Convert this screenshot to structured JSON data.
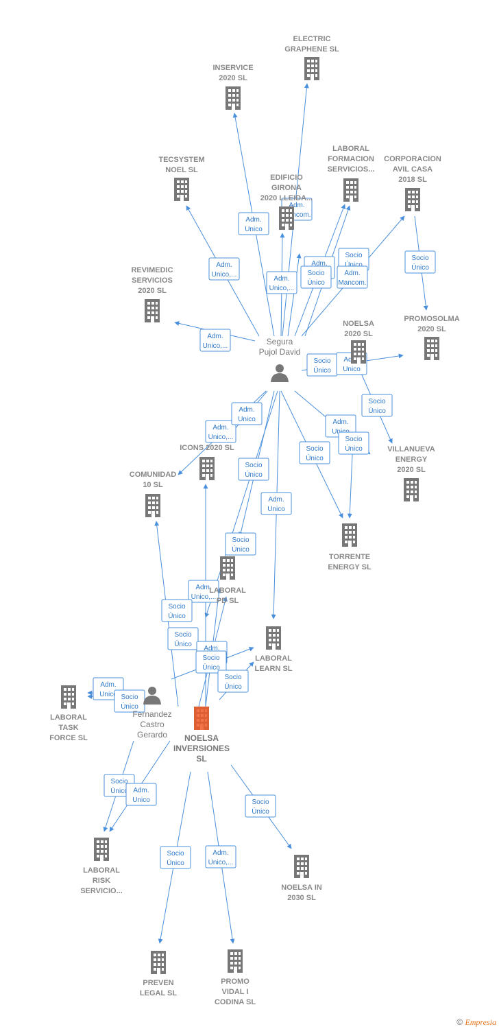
{
  "nodes": [
    {
      "id": "electric",
      "label": [
        "ELECTRIC",
        "GRAPHENE  SL"
      ],
      "type": "company"
    },
    {
      "id": "inservice",
      "label": [
        "INSERVICE",
        "2020  SL"
      ],
      "type": "company"
    },
    {
      "id": "tecsystem",
      "label": [
        "TECSYSTEM",
        "NOEL SL"
      ],
      "type": "company"
    },
    {
      "id": "edificio",
      "label": [
        "EDIFICIO",
        "GIRONA",
        "2020 LLEIDA..."
      ],
      "type": "company"
    },
    {
      "id": "laboralformacion",
      "label": [
        "LABORAL",
        "FORMACION",
        "SERVICIOS..."
      ],
      "type": "company"
    },
    {
      "id": "corporacion",
      "label": [
        "CORPORACION",
        "AVIL CASA",
        "2018  SL"
      ],
      "type": "company"
    },
    {
      "id": "revimedic",
      "label": [
        "REVIMEDIC",
        "SERVICIOS",
        "2020  SL"
      ],
      "type": "company"
    },
    {
      "id": "noelsa2020",
      "label": [
        "NOELSA",
        "2020  SL"
      ],
      "type": "company"
    },
    {
      "id": "promosolma",
      "label": [
        "PROMOSOLMA",
        "2020  SL"
      ],
      "type": "company"
    },
    {
      "id": "segura",
      "label": [
        "Segura",
        "Pujol David"
      ],
      "type": "person"
    },
    {
      "id": "icons",
      "label": [
        "ICONS 2020  SL"
      ],
      "type": "company"
    },
    {
      "id": "comunidad",
      "label": [
        "COMUNIDAD",
        "10  SL"
      ],
      "type": "company"
    },
    {
      "id": "villanueva",
      "label": [
        "VILLANUEVA",
        "ENERGY",
        "2020  SL"
      ],
      "type": "company"
    },
    {
      "id": "torrente",
      "label": [
        "TORRENTE",
        "ENERGY SL"
      ],
      "type": "company"
    },
    {
      "id": "laboralpd",
      "label": [
        "LABORAL",
        "PD  SL"
      ],
      "type": "company"
    },
    {
      "id": "laborallearn",
      "label": [
        "LABORAL",
        "LEARN  SL"
      ],
      "type": "company"
    },
    {
      "id": "laboraltask",
      "label": [
        "LABORAL",
        "TASK",
        "FORCE  SL"
      ],
      "type": "company"
    },
    {
      "id": "fernandez",
      "label": [
        "Fernandez",
        "Castro",
        "Gerardo"
      ],
      "type": "person"
    },
    {
      "id": "noelsainv",
      "label": [
        "NOELSA",
        "INVERSIONES",
        "SL"
      ],
      "type": "center"
    },
    {
      "id": "laboralrisk",
      "label": [
        "LABORAL",
        "RISK",
        "SERVICIO..."
      ],
      "type": "company"
    },
    {
      "id": "noelsain2030",
      "label": [
        "NOELSA IN",
        "2030  SL"
      ],
      "type": "company"
    },
    {
      "id": "preven",
      "label": [
        "PREVEN",
        "LEGAL  SL"
      ],
      "type": "company"
    },
    {
      "id": "promovidal",
      "label": [
        "PROMO",
        "VIDAL I",
        "CODINA  SL"
      ],
      "type": "company"
    }
  ],
  "edge_labels": [
    [
      "Adm.",
      "Unico"
    ],
    [
      "Adm.",
      "Mancom."
    ],
    [
      "Adm.",
      "Unico,..."
    ],
    [
      "Adm.",
      "Unico,..."
    ],
    [
      "Adm.",
      "Unico"
    ],
    [
      "Socio",
      "Único"
    ],
    [
      "Socio",
      "Único"
    ],
    [
      "Adm.",
      "Mancom."
    ],
    [
      "Socio",
      "Único"
    ],
    [
      "Adm.",
      "Unico,..."
    ],
    [
      "Socio",
      "Único"
    ],
    [
      "Adm.",
      "Unico"
    ],
    [
      "Socio",
      "Único"
    ],
    [
      "Adm.",
      "Unico"
    ],
    [
      "Adm.",
      "Unico,..."
    ],
    [
      "Socio",
      "Único"
    ],
    [
      "Socio",
      "Único"
    ],
    [
      "Adm.",
      "Unico"
    ],
    [
      "Socio",
      "Único"
    ],
    [
      "Adm.",
      "Unico"
    ],
    [
      "Socio",
      "Único"
    ],
    [
      "Adm.",
      "Unico,..."
    ],
    [
      "Socio",
      "Único"
    ],
    [
      "Socio",
      "Único"
    ],
    [
      "Adm.",
      "Unico"
    ],
    [
      "Socio",
      "Único"
    ],
    [
      "Socio",
      "Único"
    ],
    [
      "Adm.",
      "Unico"
    ],
    [
      "Socio",
      "Único"
    ],
    [
      "Socio",
      "Único"
    ],
    [
      "Adm.",
      "Unico"
    ],
    [
      "Socio",
      "Único"
    ],
    [
      "Adm.",
      "Unico,..."
    ],
    [
      "Socio",
      "Único"
    ],
    [
      "Socio",
      "Único"
    ]
  ],
  "footer": {
    "copyright": "©",
    "brand": "Empresia"
  },
  "colors": {
    "edge": "#4a8fdb",
    "building": "#777777",
    "center": "#f05a28",
    "person": "#777777"
  }
}
